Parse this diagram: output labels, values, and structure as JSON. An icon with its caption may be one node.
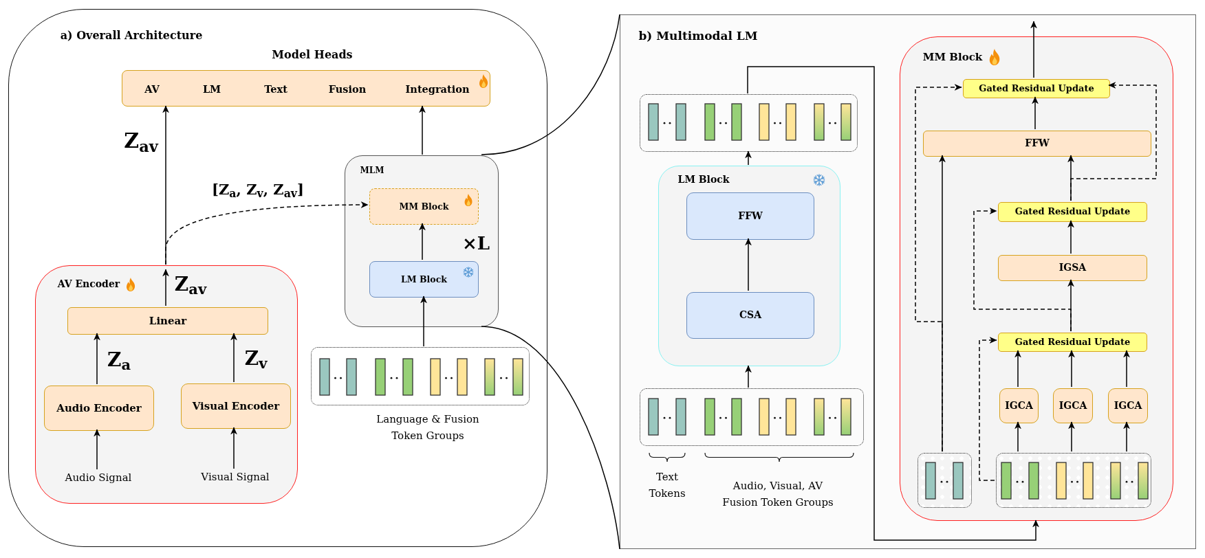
{
  "diagram": {
    "nodes": [
      {
        "text": [
          "a) Overall Architecture"
        ]
      },
      {
        "text": [
          "Model Heads",
          "AV",
          "LM",
          "Text",
          "Fusion",
          "Integration"
        ],
        "in": 0
      },
      {
        "text": [
          "MLM",
          "×L"
        ],
        "in": 0
      },
      {
        "text": [
          "MM Block"
        ],
        "in": 2
      },
      {
        "text": [
          "LM Block"
        ],
        "in": 2
      },
      {
        "text": [],
        "shape": "box",
        "beside": [
          "Language & Fusion Token Groups"
        ],
        "in": 0
      },
      {
        "text": [
          "AV Encoder"
        ],
        "in": 0
      },
      {
        "text": [
          "Linear"
        ],
        "in": 6
      },
      {
        "text": [
          "Audio Encoder"
        ],
        "in": 6
      },
      {
        "text": [
          "Visual Encoder"
        ],
        "in": 6
      },
      {
        "text": [
          "Audio Signal"
        ],
        "in": 6
      },
      {
        "text": [
          "Visual Signal"
        ],
        "in": 6
      },
      {
        "text": [
          "b) Multimodal LM"
        ]
      },
      {
        "text": [],
        "shape": "box",
        "in": 12
      },
      {
        "text": [
          "LM Block"
        ],
        "in": 12
      },
      {
        "text": [
          "FFW"
        ],
        "in": 14
      },
      {
        "text": [
          "CSA"
        ],
        "in": 14
      },
      {
        "text": [],
        "shape": "box",
        "beside": [
          "Text Tokens",
          "Audio, Visual, AV Fusion Token Groups"
        ],
        "in": 12
      },
      {
        "text": [
          "MM Block"
        ],
        "in": 12
      },
      {
        "text": [
          "Gated Residual Update"
        ],
        "in": 18
      },
      {
        "text": [
          "FFW"
        ],
        "in": 18
      },
      {
        "text": [
          "Gated Residual Update"
        ],
        "in": 18
      },
      {
        "text": [
          "IGSA"
        ],
        "in": 18
      },
      {
        "text": [
          "Gated Residual Update"
        ],
        "in": 18
      },
      {
        "text": [
          "IGCA"
        ],
        "in": 18
      },
      {
        "text": [
          "IGCA"
        ],
        "in": 18
      },
      {
        "text": [
          "IGCA"
        ],
        "in": 18
      },
      {
        "text": [],
        "shape": "box",
        "in": 18
      },
      {
        "text": [],
        "shape": "box",
        "in": 18
      }
    ],
    "edges": [
      {
        "from": 6,
        "to": 1,
        "arrow": "to",
        "label": "Z$_{av}$"
      },
      {
        "from": 2,
        "to": 1,
        "arrow": "to"
      },
      {
        "from": 6,
        "to": 3,
        "arrow": "to",
        "style": "dashed",
        "label": "[Z$_{a}$, Z$_{v}$, Z$_{av}$]"
      },
      {
        "from": 4,
        "to": 3,
        "arrow": "to"
      },
      {
        "from": 5,
        "to": 4,
        "arrow": "to"
      },
      {
        "from": 7,
        "to": null,
        "arrow": "to",
        "label": "Z$_{av}$"
      },
      {
        "from": 8,
        "to": 7,
        "arrow": "to",
        "label": "Z$_{a}$"
      },
      {
        "from": 9,
        "to": 7,
        "arrow": "to",
        "label": "Z$_{v}$"
      },
      {
        "from": 10,
        "to": 8,
        "arrow": "to"
      },
      {
        "from": 11,
        "to": 9,
        "arrow": "to"
      },
      {
        "from": 2,
        "to": 12,
        "arrow": "none"
      },
      {
        "from": 2,
        "to": 12,
        "arrow": "none"
      },
      {
        "from": 17,
        "to": 14,
        "arrow": "to"
      },
      {
        "from": 16,
        "to": 15,
        "arrow": "to"
      },
      {
        "from": 14,
        "to": 13,
        "arrow": "to"
      },
      {
        "from": 13,
        "to": 18,
        "arrow": "to"
      },
      {
        "from": 19,
        "to": null,
        "arrow": "to"
      },
      {
        "from": 20,
        "to": 19,
        "arrow": "to"
      },
      {
        "from": 27,
        "to": 20,
        "arrow": "to"
      },
      {
        "from": 27,
        "to": 19,
        "arrow": "to",
        "style": "dashed"
      },
      {
        "from": 21,
        "to": 20,
        "arrow": "to"
      },
      {
        "from": 21,
        "to": 19,
        "arrow": "to",
        "style": "dashed"
      },
      {
        "from": 22,
        "to": 21,
        "arrow": "to"
      },
      {
        "from": 23,
        "to": 22,
        "arrow": "to"
      },
      {
        "from": 23,
        "to": 21,
        "arrow": "to",
        "style": "dashed"
      },
      {
        "from": 24,
        "to": 23,
        "arrow": "to"
      },
      {
        "from": 25,
        "to": 23,
        "arrow": "to"
      },
      {
        "from": 26,
        "to": 23,
        "arrow": "to"
      },
      {
        "from": 28,
        "to": 24,
        "arrow": "to"
      },
      {
        "from": 28,
        "to": 25,
        "arrow": "to"
      },
      {
        "from": 28,
        "to": 26,
        "arrow": "to"
      },
      {
        "from": 28,
        "to": 23,
        "arrow": "to",
        "style": "dashed"
      }
    ]
  }
}
